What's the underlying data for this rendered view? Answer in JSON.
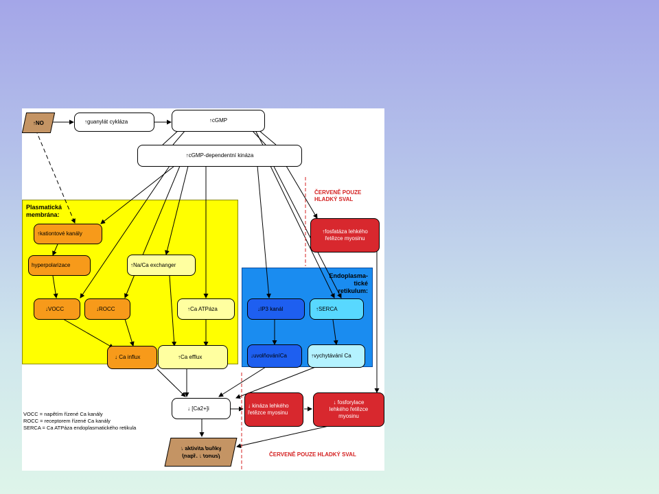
{
  "nodes": {
    "no": "↑NO",
    "guanylat": "↑guanylát cykláza",
    "cgmp": "↑cGMP",
    "kinaza": "↑cGMP-dependentní kináza",
    "kationtove": "↑kationtové kanály",
    "hyperpolarizace": "hyperpolarizace",
    "naca": "↑Na/Ca exchanger",
    "vocc": "↓VOCC",
    "rocc": "↓ROCC",
    "caatpaza": "↑Ca ATPáza",
    "cainflux": "↓ Ca influx",
    "caefflux": "↑Ca efflux",
    "ip3": "↓IP3 kanál",
    "serca": "↑SERCA",
    "uvolnovani": "↓uvolňováníCa",
    "vychytavani": "↑vychytávání Ca",
    "cai": "↓ [Ca2+]i",
    "aktivita_line1": "↓ aktivita buňky",
    "aktivita_line2": "(např. ↓ tonus)",
    "fosfataza_line1": "↑fosfatáza lehkého",
    "fosfataza_line2": "řetězce myosinu",
    "kinaza_lehkeho_line1": "↓ kináza lehkého",
    "kinaza_lehkeho_line2": "řetězce myosinu",
    "fosforylace_line1": "↓ fosforylace",
    "fosforylace_line2": "lehkého řetězce",
    "fosforylace_line3": "myosinu"
  },
  "regions": {
    "plasma_line1": "Plasmatická",
    "plasma_line2": "membrána:",
    "endo_line1": "Endoplasma-",
    "endo_line2": "tické",
    "endo_line3": "retikulum:"
  },
  "notes": {
    "red_top_line1": "ČERVENĚ POUZE",
    "red_top_line2": "HLADKÝ SVAL",
    "red_bottom": "ČERVENĚ POUZE HLADKÝ SVAL"
  },
  "legend": [
    "VOCC = napětím řízené Ca kanály",
    "ROCC = receptorem řízené Ca kanály",
    "SERCA = Ca ATPáza endoplasmatického retikula"
  ],
  "colors": {
    "plasma_membrane": "#ffff00",
    "endoplasmic_reticulum": "#1a8cf0",
    "smooth_muscle_red": "#d8282e",
    "background_top": "#a4a6e8",
    "background_bottom": "#def5ea"
  }
}
